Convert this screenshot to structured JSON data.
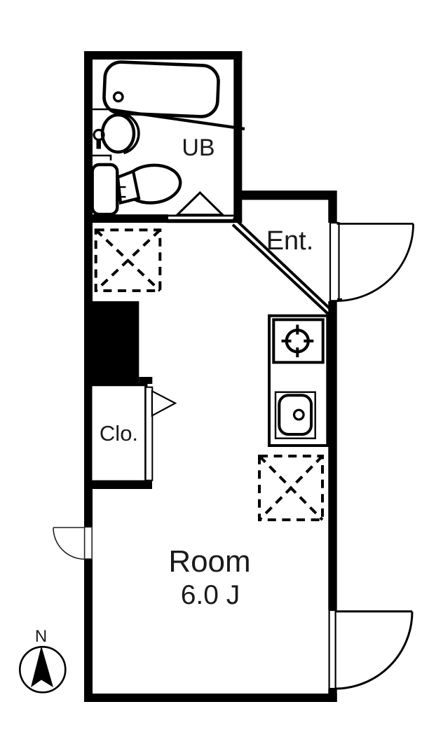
{
  "plan": {
    "labels": {
      "unit_bath": "UB",
      "entrance": "Ent.",
      "closet": "Clo.",
      "room_name": "Room",
      "room_size": "6.0 J",
      "compass_north": "N"
    },
    "colors": {
      "ink": "#000000",
      "paper": "#ffffff"
    },
    "icons": [
      "bathtub-icon",
      "washbasin-icon",
      "faucet-icon",
      "toilet-icon",
      "stove-burner-icon",
      "kitchen-sink-icon",
      "appliance-space-icon",
      "door-swing-icon",
      "folding-door-triangle-icon",
      "north-arrow-icon"
    ]
  }
}
